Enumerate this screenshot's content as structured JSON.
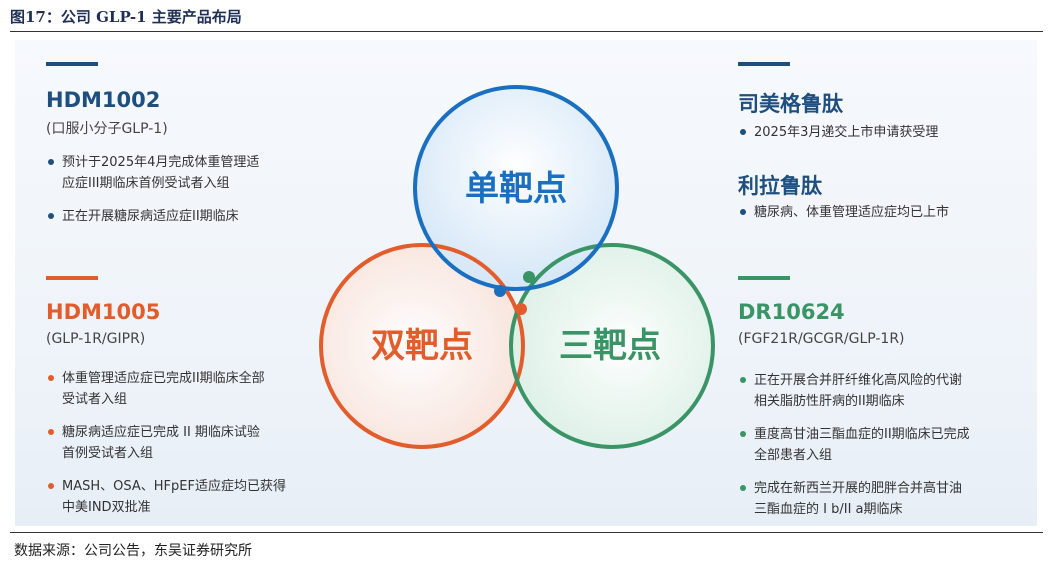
{
  "figure_title": "图17：公司 GLP-1 主要产品布局",
  "source": "数据来源：公司公告，东吴证券研究所",
  "circles": {
    "single": {
      "label": "单靶点",
      "color": "#1a6fc0"
    },
    "dual": {
      "label": "双靶点",
      "color": "#e25c2c"
    },
    "triple": {
      "label": "三靶点",
      "color": "#3a9466"
    }
  },
  "left_top": {
    "title": "HDM1002",
    "subtitle": "(口服小分子GLP-1)",
    "bullets": [
      "预计于2025年4月完成体重管理适\n应症III期临床首例受试者入组",
      "正在开展糖尿病适应症II期临床"
    ]
  },
  "left_bottom": {
    "title": "HDM1005",
    "subtitle": "(GLP-1R/GIPR)",
    "bullets": [
      "体重管理适应症已完成II期临床全部\n受试者入组",
      "糖尿病适应症已完成 II 期临床试验\n首例受试者入组",
      "MASH、OSA、HFpEF适应症均已获得\n中美IND双批准"
    ]
  },
  "right_top": {
    "title1": "司美格鲁肽",
    "bullets1": [
      "2025年3月递交上市申请获受理"
    ],
    "title2": "利拉鲁肽",
    "bullets2": [
      "糖尿病、体重管理适应症均已上市"
    ]
  },
  "right_bottom": {
    "title": "DR10624",
    "subtitle": "(FGF21R/GCGR/GLP-1R)",
    "bullets": [
      "正在开展合并肝纤维化高风险的代谢\n相关脂肪性肝病的II期临床",
      "重度高甘油三酯血症的II期临床已完成\n全部患者入组",
      "完成在新西兰开展的肥胖合并高甘油\n三酯血症的 I b/II a期临床"
    ]
  }
}
